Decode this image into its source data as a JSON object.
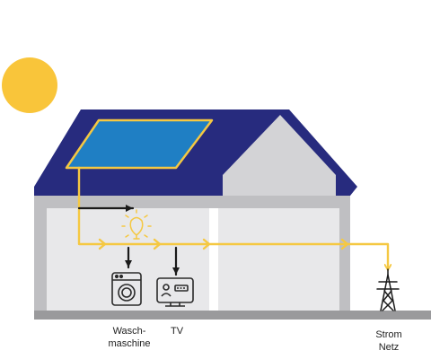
{
  "labels": {
    "washing_machine_line1": "Wasch-",
    "washing_machine_line2": "maschine",
    "tv": "TV",
    "grid_line1": "Strom",
    "grid_line2": "Netz"
  },
  "icons": {
    "sun": "sun-icon",
    "solar_panel": "solar-panel-icon",
    "light_bulb": "light-bulb-icon",
    "washing_machine": "washing-machine-icon",
    "tv": "tv-icon",
    "power_pylon": "power-pylon-icon"
  },
  "colors": {
    "sun": "#f9c53a",
    "energy_flow": "#f5c842",
    "consumption_arrow": "#1a1a1a",
    "roof": "#272b7e",
    "solar_panel": "#1f7fc4",
    "wall": "#bfbfc2",
    "gable": "#d3d3d6",
    "ground": "#9a9a9c"
  }
}
